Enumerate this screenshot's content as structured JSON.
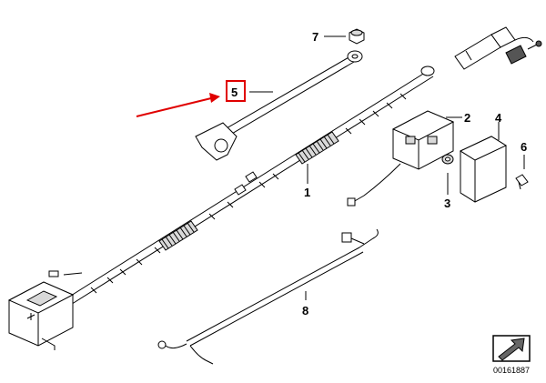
{
  "callouts": {
    "c1": "1",
    "c2": "2",
    "c3": "3",
    "c4": "4",
    "c5": "5",
    "c6": "6",
    "c7": "7",
    "c8": "8"
  },
  "highlight": {
    "callout": "5",
    "box_color": "#e00000",
    "arrow_color": "#e00000"
  },
  "document_number": "00161887",
  "icons": {
    "nav_icon": "arrow-corner-icon"
  }
}
